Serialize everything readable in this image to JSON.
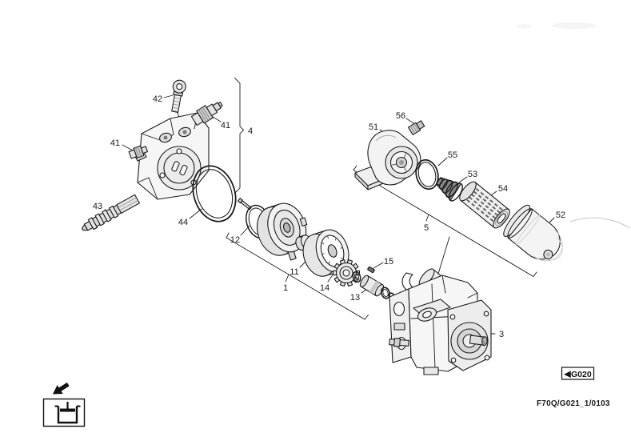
{
  "diagram": {
    "type": "exploded-parts-diagram",
    "labels": [
      {
        "id": "42",
        "text": "42"
      },
      {
        "id": "41-top",
        "text": "41"
      },
      {
        "id": "41-left",
        "text": "41"
      },
      {
        "id": "4",
        "text": "4"
      },
      {
        "id": "43",
        "text": "43"
      },
      {
        "id": "44",
        "text": "44"
      },
      {
        "id": "12",
        "text": "12"
      },
      {
        "id": "11",
        "text": "11"
      },
      {
        "id": "1",
        "text": "1"
      },
      {
        "id": "14",
        "text": "14"
      },
      {
        "id": "13",
        "text": "13"
      },
      {
        "id": "15",
        "text": "15"
      },
      {
        "id": "56",
        "text": "56"
      },
      {
        "id": "51",
        "text": "51"
      },
      {
        "id": "55",
        "text": "55"
      },
      {
        "id": "53",
        "text": "53"
      },
      {
        "id": "54",
        "text": "54"
      },
      {
        "id": "52",
        "text": "52"
      },
      {
        "id": "5",
        "text": "5"
      },
      {
        "id": "3",
        "text": "3"
      }
    ]
  },
  "footer": {
    "nav_ref": {
      "pointer": "◀",
      "code": "G020"
    },
    "doc_code": "F70Q/G021_1/0103"
  },
  "colors": {
    "line": "#1c1c1c",
    "shade_light": "#f3f3f3",
    "shade_mid": "#dedede",
    "shade_dark": "#8a8a8a",
    "faint_line": "#c8c8c8"
  }
}
